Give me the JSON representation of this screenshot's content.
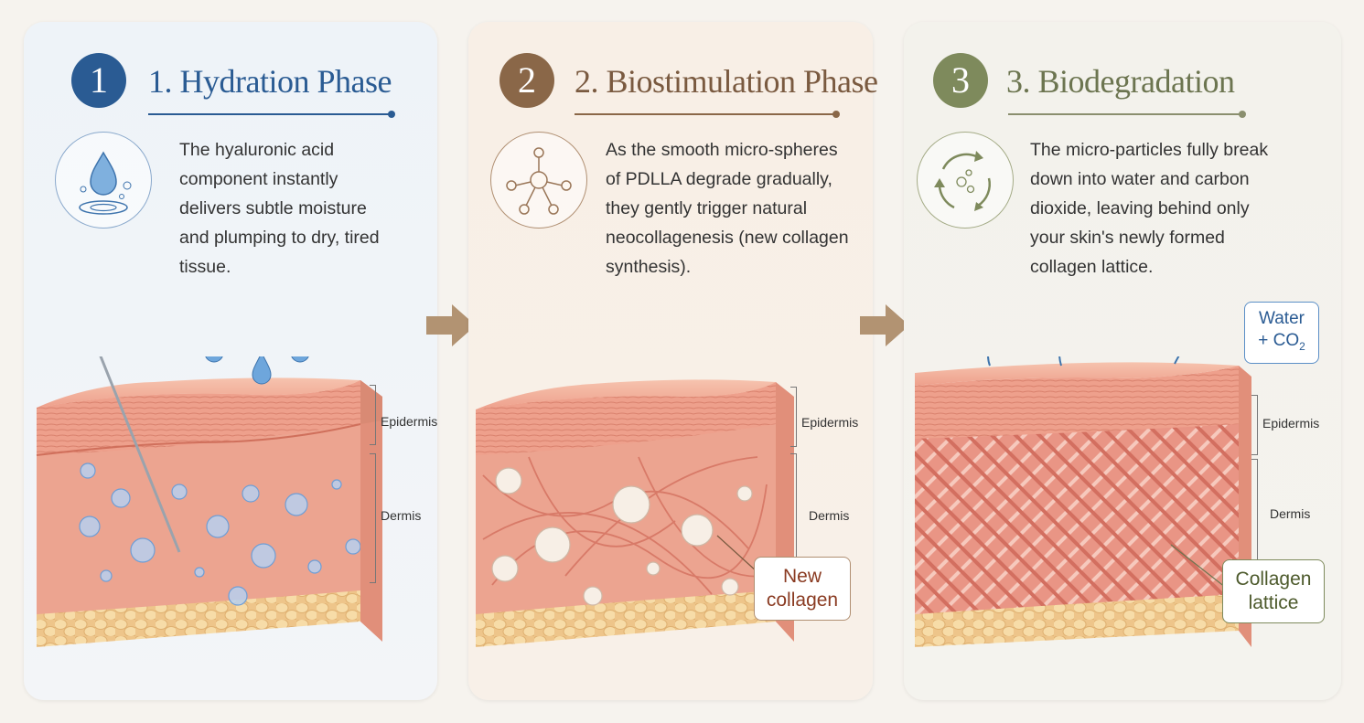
{
  "phases": [
    {
      "number": "1",
      "title": "1. Hydration Phase",
      "description": "The hyaluronic acid component instantly delivers subtle moisture and plumping to dry, tired tissue.",
      "icon": "water-drop-icon",
      "accent": "#2a5b93",
      "labels": {
        "epidermis": "Epidermis",
        "dermis": "Dermis"
      }
    },
    {
      "number": "2",
      "title": "2. Biostimulation Phase",
      "description": "As the smooth micro-spheres of PDLLA degrade gradually, they gently trigger natural neocollagenesis (new collagen synthesis).",
      "icon": "molecule-icon",
      "accent": "#8a6748",
      "labels": {
        "epidermis": "Epidermis",
        "dermis": "Dermis"
      },
      "callout": [
        "New",
        "collagen"
      ]
    },
    {
      "number": "3",
      "title": "3. Biodegradation",
      "description": "The micro-particles fully break down into water and carbon dioxide, leaving behind only your skin's newly formed collagen lattice.",
      "icon": "recycle-cycle-icon",
      "accent": "#7e8a5c",
      "labels": {
        "epidermis": "Epidermis",
        "dermis": "Dermis"
      },
      "callout": [
        "Collagen",
        "lattice"
      ],
      "byproduct": {
        "line1": "Water",
        "line2_prefix": "+ CO",
        "line2_sub": "2"
      }
    }
  ],
  "colors": {
    "skin": "#eea08c",
    "fat": "#f1cf92",
    "arrow": "#b29372"
  }
}
